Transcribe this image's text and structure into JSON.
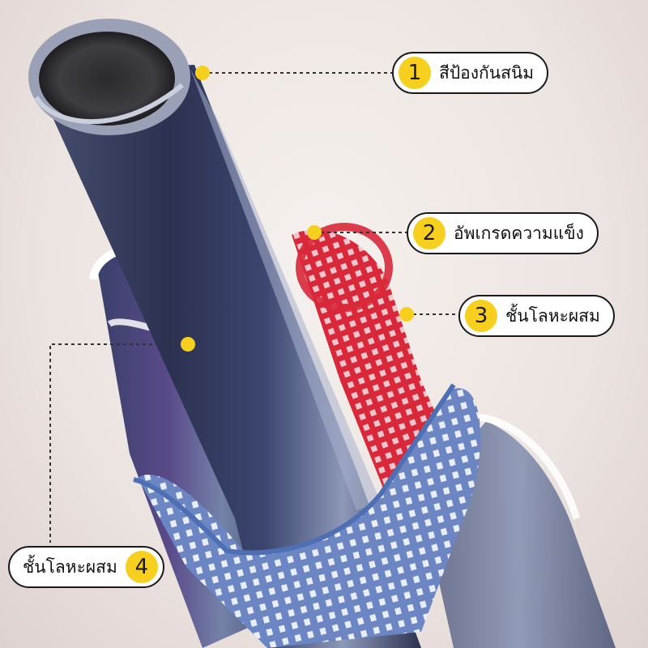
{
  "callouts": [
    {
      "number": "1",
      "label": "สีป้องกันสนิม"
    },
    {
      "number": "2",
      "label": "อัพเกรดความแข็ง"
    },
    {
      "number": "3",
      "label": "ชั้นโลหะผสม"
    },
    {
      "number": "4",
      "label": "ชั้นโลหะผสม"
    }
  ],
  "colors": {
    "badge": "#f7cf1e",
    "marker_dot": "#f7cf1e",
    "leader_line": "#333333",
    "reinforcement_mesh": "#d8283a",
    "outer_mesh": "#6c86c4"
  }
}
